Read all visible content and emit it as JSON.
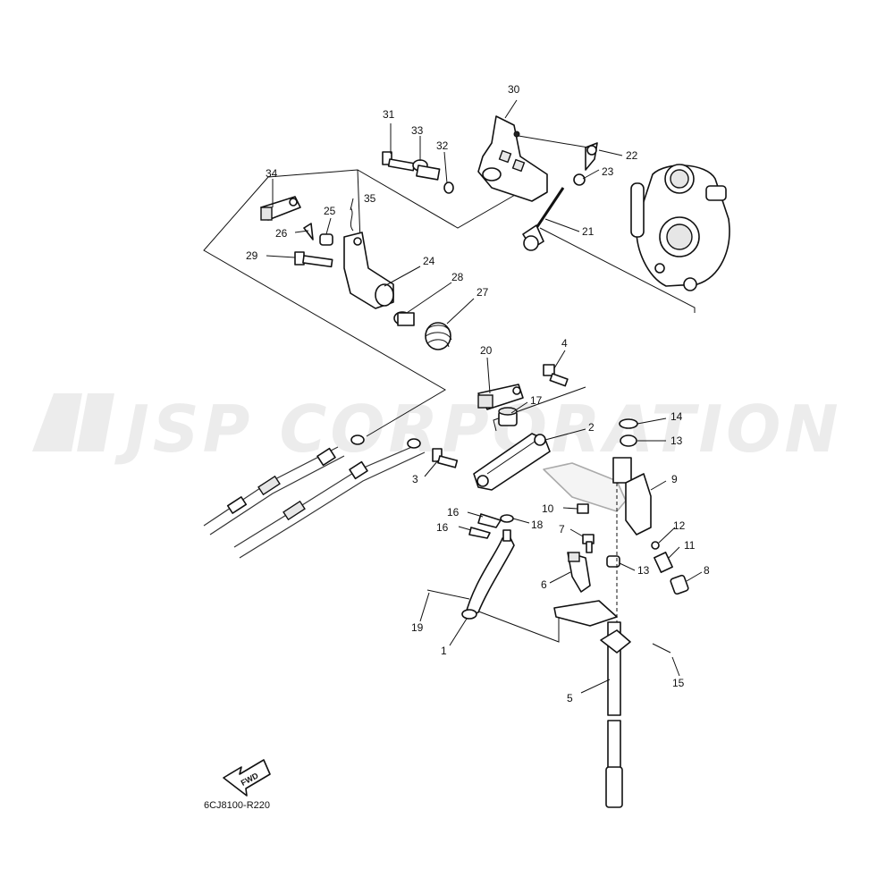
{
  "watermark": "JSP CORPORATION",
  "diagram_code": "6CJ8100-R220",
  "direction_label": "FWD",
  "callouts": [
    {
      "id": "c1",
      "label": "1"
    },
    {
      "id": "c2",
      "label": "2"
    },
    {
      "id": "c3",
      "label": "3"
    },
    {
      "id": "c4",
      "label": "4"
    },
    {
      "id": "c5",
      "label": "5"
    },
    {
      "id": "c6",
      "label": "6"
    },
    {
      "id": "c7",
      "label": "7"
    },
    {
      "id": "c8",
      "label": "8"
    },
    {
      "id": "c9",
      "label": "9"
    },
    {
      "id": "c10",
      "label": "10"
    },
    {
      "id": "c11",
      "label": "11"
    },
    {
      "id": "c12",
      "label": "12"
    },
    {
      "id": "c13a",
      "label": "13"
    },
    {
      "id": "c13b",
      "label": "13"
    },
    {
      "id": "c14",
      "label": "14"
    },
    {
      "id": "c15",
      "label": "15"
    },
    {
      "id": "c16a",
      "label": "16"
    },
    {
      "id": "c16b",
      "label": "16"
    },
    {
      "id": "c17",
      "label": "17"
    },
    {
      "id": "c18",
      "label": "18"
    },
    {
      "id": "c19",
      "label": "19"
    },
    {
      "id": "c20",
      "label": "20"
    },
    {
      "id": "c21",
      "label": "21"
    },
    {
      "id": "c22",
      "label": "22"
    },
    {
      "id": "c23",
      "label": "23"
    },
    {
      "id": "c24",
      "label": "24"
    },
    {
      "id": "c25",
      "label": "25"
    },
    {
      "id": "c26",
      "label": "26"
    },
    {
      "id": "c27",
      "label": "27"
    },
    {
      "id": "c28",
      "label": "28"
    },
    {
      "id": "c29",
      "label": "29"
    },
    {
      "id": "c30",
      "label": "30"
    },
    {
      "id": "c31",
      "label": "31"
    },
    {
      "id": "c32",
      "label": "32"
    },
    {
      "id": "c33",
      "label": "33"
    },
    {
      "id": "c34",
      "label": "34"
    },
    {
      "id": "c35",
      "label": "35"
    }
  ]
}
